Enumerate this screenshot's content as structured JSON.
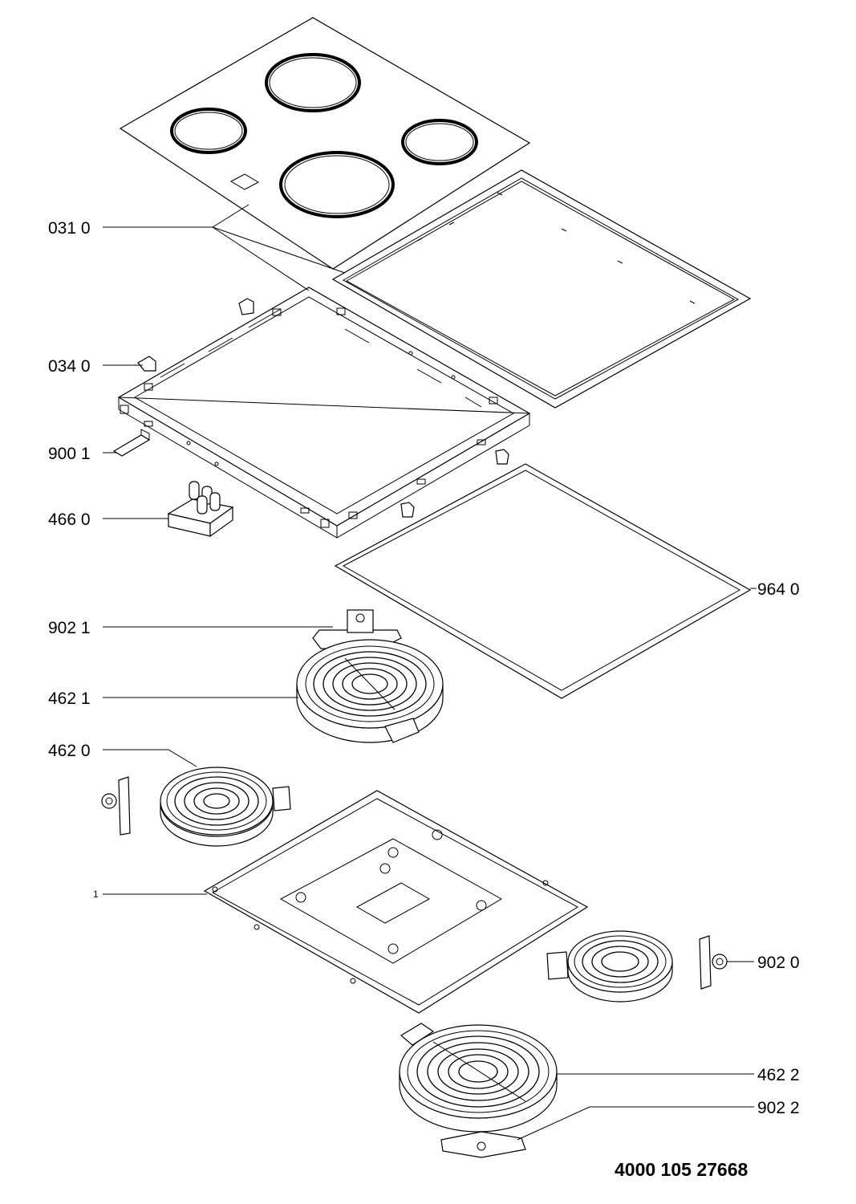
{
  "labels": {
    "p0310": "031 0",
    "p0340": "034 0",
    "p9001": "900 1",
    "p4660": "466 0",
    "p9640": "964 0",
    "p9021": "902 1",
    "p4621": "462 1",
    "p4620": "462 0",
    "p1": "1",
    "p9020": "902 0",
    "p4622": "462 2",
    "p9022": "902 2"
  },
  "drawing_number": "4000 105 27668"
}
